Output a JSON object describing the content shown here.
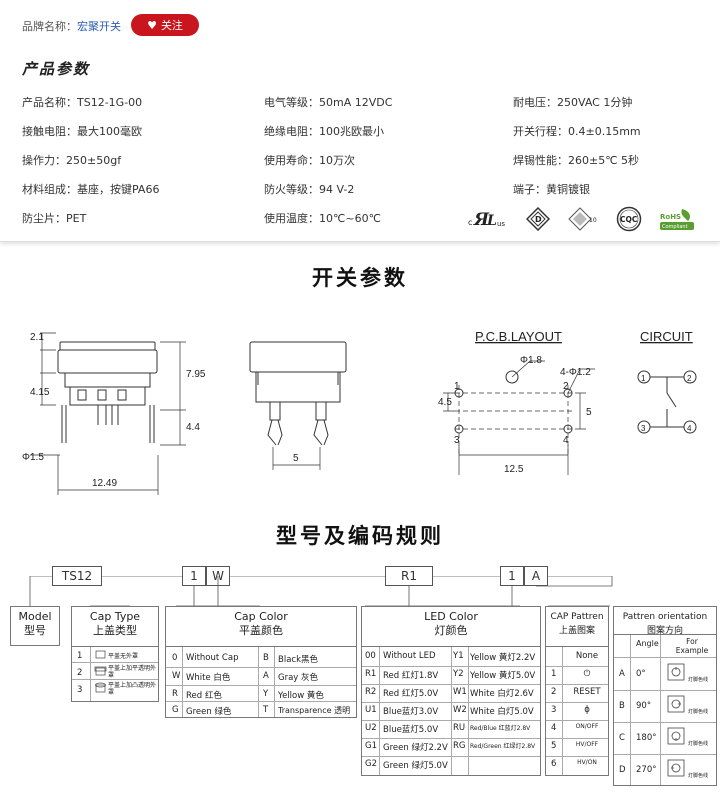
{
  "brand": {
    "label": "品牌名称：",
    "value": "宏聚开关",
    "follow": "关注"
  },
  "params_title": "产品参数",
  "params": [
    [
      "产品名称：TS12-1G-00",
      "电气等级：50mA  12VDC",
      "耐电压：250VAC  1分钟"
    ],
    [
      "接触电阻：最大100毫欧",
      "绝缘电阻：100兆欧最小",
      "开关行程：0.4±0.15mm"
    ],
    [
      "操作力：250±50gf",
      "使用寿命：10万次",
      "焊锡性能：260±5℃  5秒"
    ],
    [
      "材料组成：基座，按键PA66",
      "防火等级：94 V-2",
      "端子：黄铜镀银"
    ],
    [
      "防尘片：PET",
      "使用温度：10℃~60℃",
      ""
    ]
  ],
  "certs": [
    "c UL us",
    "D",
    "10",
    "CQC",
    "RoHS Compliant"
  ],
  "section1_title": "开关参数",
  "drawing": {
    "dims": [
      "2.1",
      "4.15",
      "7.95",
      "4.4",
      "Φ1.5",
      "12.49",
      "5"
    ],
    "pcb_title": "P.C.B.LAYOUT",
    "pcb_dims": [
      "Φ1.8",
      "4-Φ1.2",
      "4.5",
      "5",
      "12.5"
    ],
    "pins": [
      "1",
      "2",
      "3",
      "4"
    ],
    "circuit_title": "CIRCUIT"
  },
  "section2_title": "型号及编码规则",
  "code": {
    "boxes": [
      "TS12",
      "1",
      "W",
      "R1",
      "1",
      "A"
    ]
  },
  "model": {
    "title": "Model",
    "sub": "型号"
  },
  "cap_type": {
    "title": "Cap Type",
    "sub": "上盖类型",
    "rows": [
      [
        "1",
        "平盖无外罩"
      ],
      [
        "2",
        "平盖上加平透明外罩"
      ],
      [
        "3",
        "平盖上加凸透明外罩"
      ]
    ]
  },
  "cap_color": {
    "title": "Cap Color",
    "sub": "平盖颜色",
    "rows": [
      [
        "0",
        "Without Cap",
        "B",
        "Black黑色"
      ],
      [
        "W",
        "White 白色",
        "A",
        "Gray 灰色"
      ],
      [
        "R",
        "Red 红色",
        "Y",
        "Yellow 黄色"
      ],
      [
        "G",
        "Green 绿色",
        "T",
        "Transparence 透明"
      ]
    ]
  },
  "led_color": {
    "title": "LED Color",
    "sub": "灯颜色",
    "rows": [
      [
        "00",
        "Without LED",
        "Y1",
        "Yellow 黄灯2.2V"
      ],
      [
        "R1",
        "Red 红灯1.8V",
        "Y2",
        "Yellow 黄灯5.0V"
      ],
      [
        "R2",
        "Red 红灯5.0V",
        "W1",
        "White 白灯2.6V"
      ],
      [
        "U1",
        "Blue蓝灯3.0V",
        "W2",
        "White 白灯5.0V"
      ],
      [
        "U2",
        "Blue蓝灯5.0V",
        "RU",
        "Red/Blue 红蓝灯2.8V"
      ],
      [
        "G1",
        "Green 绿灯2.2V",
        "RG",
        "Red/Green 红绿灯2.8V"
      ],
      [
        "G2",
        "Green 绿灯5.0V",
        "",
        ""
      ]
    ]
  },
  "cap_pattern": {
    "title": "CAP Pattren",
    "sub": "上盖图案",
    "rows": [
      [
        "",
        "None"
      ],
      [
        "1",
        "⏻"
      ],
      [
        "2",
        "RESET"
      ],
      [
        "3",
        "ϕ"
      ],
      [
        "4",
        "ON/OFF"
      ],
      [
        "5",
        "HV/OFF"
      ],
      [
        "6",
        "HV/ON"
      ]
    ]
  },
  "orientation": {
    "title": "Pattren orientation",
    "sub": "图案方向",
    "col_angle": "Angle",
    "col_example": "For Example",
    "rows": [
      [
        "A",
        "0°"
      ],
      [
        "B",
        "90°"
      ],
      [
        "C",
        "180°"
      ],
      [
        "D",
        "270°"
      ]
    ],
    "example_label": "灯脚色线"
  }
}
